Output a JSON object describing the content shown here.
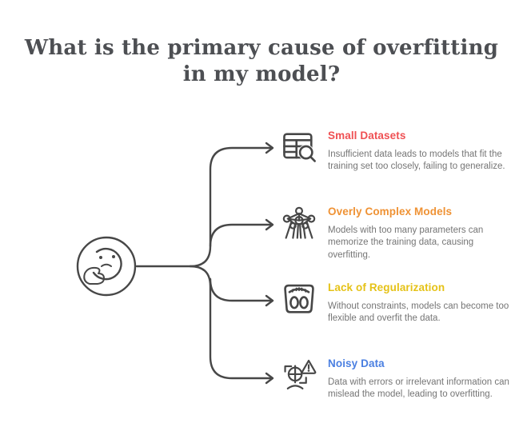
{
  "title": "What is the primary cause of overfitting in my model?",
  "center": {
    "icon": "thinking-face-icon"
  },
  "colors": {
    "line": "#474747",
    "title_text": "#4d4f53",
    "description_text": "#757575"
  },
  "items": [
    {
      "label": "Small Datasets",
      "color": "#ef5053",
      "icon": "dataset-magnifier-icon",
      "description": "Insufficient data leads to models that fit the training set too closely, failing to generalize."
    },
    {
      "label": "Overly Complex Models",
      "color": "#ef9234",
      "icon": "network-nodes-icon",
      "description": "Models with too many parameters can memorize the training data, causing overfitting."
    },
    {
      "label": "Lack of Regularization",
      "color": "#e5c217",
      "icon": "weighing-scale-icon",
      "description": "Without constraints, models can become too flexible and overfit the data."
    },
    {
      "label": "Noisy Data",
      "color": "#4a7fe1",
      "icon": "noisy-data-warning-icon",
      "description": "Data with errors or irrelevant information can mislead the model, leading to overfitting."
    }
  ]
}
